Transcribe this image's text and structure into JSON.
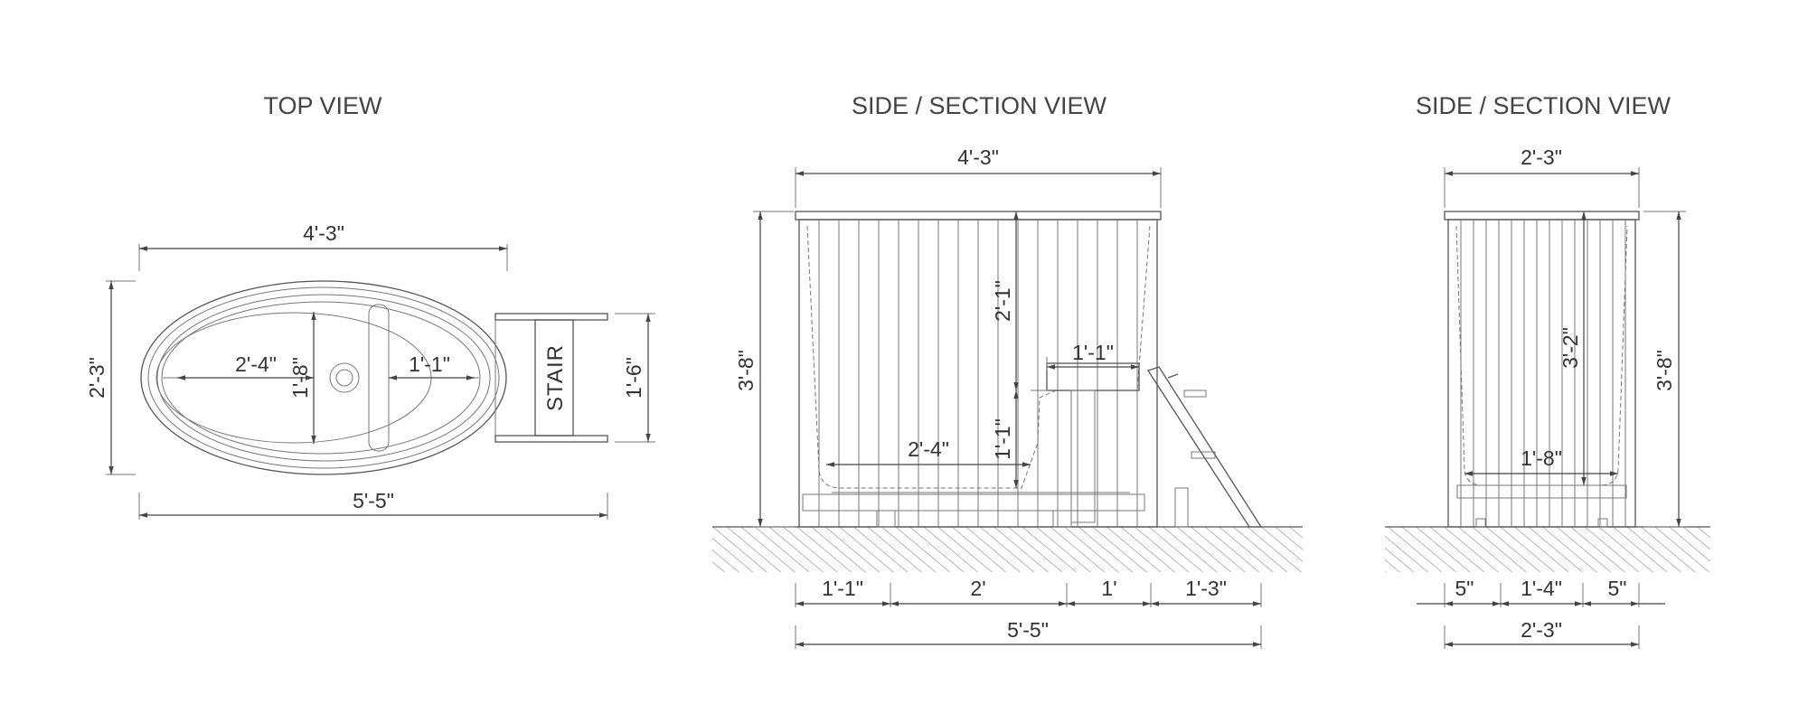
{
  "views": {
    "top": {
      "title": "TOP VIEW",
      "stair_label": "STAIR",
      "dims": {
        "overall_length": "4'-3\"",
        "overall_width": "2'-3\"",
        "interior_length": "2'-4\"",
        "interior_width": "1'-8\"",
        "seat_depth": "1'-1\"",
        "stair_width": "1'-6\"",
        "total_length": "5'-5\""
      }
    },
    "side1": {
      "title": "SIDE / SECTION VIEW",
      "dims": {
        "top_width": "4'-3\"",
        "overall_height": "3'-8\"",
        "upper_depth": "2'-1\"",
        "seat_depth": "1'-1\"",
        "seat_height": "1'-1\"",
        "floor_length": "2'-4\"",
        "seg_a": "1'-1\"",
        "seg_b": "2'",
        "seg_c": "1'",
        "seg_d": "1'-3\"",
        "total_length": "5'-5\""
      }
    },
    "side2": {
      "title": "SIDE / SECTION VIEW",
      "dims": {
        "top_width": "2'-3\"",
        "inner_depth": "3'-2\"",
        "overall_height": "3'-8\"",
        "floor_width": "1'-8\"",
        "seg_a": "5\"",
        "seg_b": "1'-4\"",
        "seg_c": "5\"",
        "total_width": "2'-3\""
      }
    }
  }
}
